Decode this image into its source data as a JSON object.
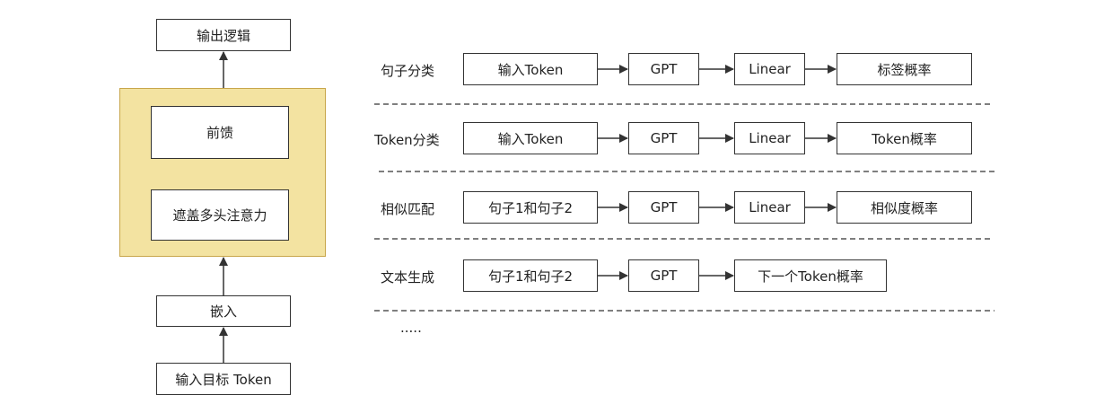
{
  "left_stack": {
    "output": "输出逻辑",
    "feed_forward": "前馈",
    "masked_attention": "遮盖多头注意力",
    "embedding": "嵌入",
    "input": "输入目标 Token",
    "container_fill": "#f3e3a1",
    "container_border": "#c8a64b"
  },
  "tasks": [
    {
      "name": "句子分类",
      "input": "输入Token",
      "model": "GPT",
      "head": "Linear",
      "output": "标签概率"
    },
    {
      "name": "Token分类",
      "input": "输入Token",
      "model": "GPT",
      "head": "Linear",
      "output": "Token概率"
    },
    {
      "name": "相似匹配",
      "input": "句子1和句子2",
      "model": "GPT",
      "head": "Linear",
      "output": "相似度概率"
    },
    {
      "name": "文本生成",
      "input": "句子1和句子2",
      "model": "GPT",
      "output": "下一个Token概率"
    }
  ],
  "ellipsis": "....."
}
